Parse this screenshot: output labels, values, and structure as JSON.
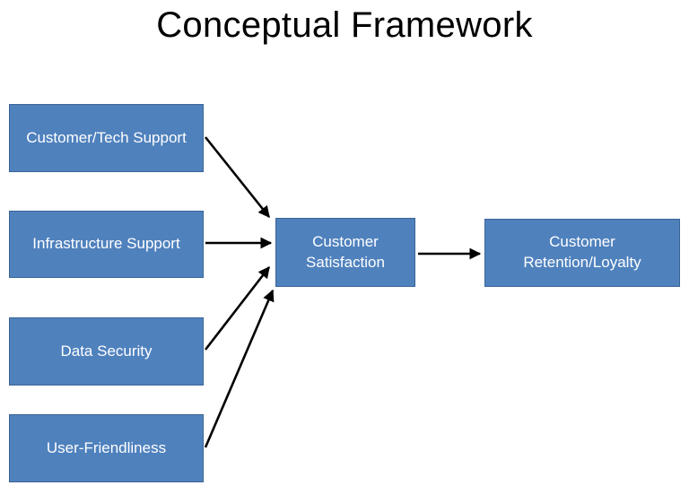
{
  "title": "Conceptual Framework",
  "colors": {
    "box_fill": "#4f81bd",
    "box_border": "#3a6497",
    "arrow": "#000000"
  },
  "nodes": [
    {
      "id": "customer-tech-support",
      "lines": [
        "Customer/Tech Support"
      ]
    },
    {
      "id": "infrastructure-support",
      "lines": [
        "Infrastructure Support"
      ]
    },
    {
      "id": "data-security",
      "lines": [
        "Data Security"
      ]
    },
    {
      "id": "user-friendliness",
      "lines": [
        "User-Friendliness"
      ]
    },
    {
      "id": "customer-satisfaction",
      "lines": [
        "Customer",
        "Satisfaction"
      ]
    },
    {
      "id": "customer-retention-loyalty",
      "lines": [
        "Customer",
        "Retention/Loyalty"
      ]
    }
  ],
  "edges": [
    {
      "from": "customer-tech-support",
      "to": "customer-satisfaction"
    },
    {
      "from": "infrastructure-support",
      "to": "customer-satisfaction"
    },
    {
      "from": "data-security",
      "to": "customer-satisfaction"
    },
    {
      "from": "user-friendliness",
      "to": "customer-satisfaction"
    },
    {
      "from": "customer-satisfaction",
      "to": "customer-retention-loyalty"
    }
  ]
}
